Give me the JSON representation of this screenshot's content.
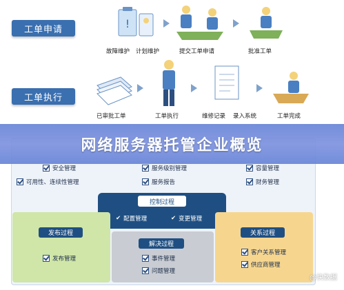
{
  "section1": {
    "label": "工单申请",
    "captions": [
      "故障维护",
      "计划维护",
      "提交工单申请",
      "批准工单"
    ]
  },
  "section2": {
    "label": "工单执行",
    "captions": [
      "已审批工单",
      "工单执行",
      "维修记录",
      "录入系统",
      "工单完成"
    ]
  },
  "banner": {
    "title": "网络服务器托管企业概览"
  },
  "matrix": {
    "top_left": [
      "安全管理",
      "可用性、连续性管理"
    ],
    "top_mid": [
      "服务级别管理",
      "服务报告"
    ],
    "top_right": [
      "容量管理",
      "财务管理"
    ],
    "control": {
      "title": "控制过程",
      "items": [
        "配置管理",
        "变更管理"
      ]
    },
    "release": {
      "title": "发布过程",
      "items": [
        "发布管理"
      ]
    },
    "resolve": {
      "title": "解决过程",
      "items": [
        "事件管理",
        "问题管理"
      ]
    },
    "relation": {
      "title": "关系过程",
      "items": [
        "客户关系管理",
        "供应商管理"
      ]
    }
  },
  "watermark": "@快数据"
}
